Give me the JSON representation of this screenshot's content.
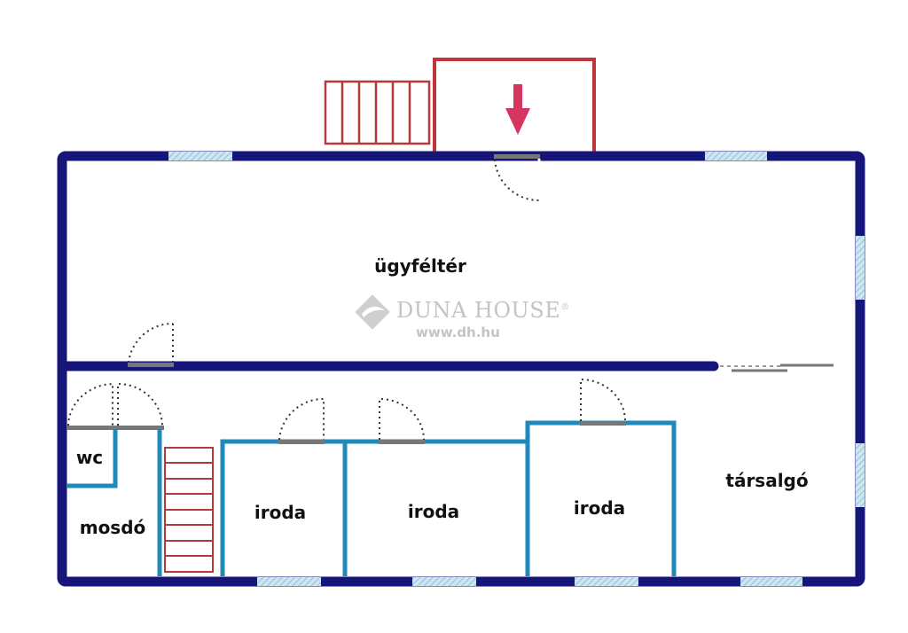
{
  "rooms": {
    "customer_area": "ügyféltér",
    "wc": "wc",
    "washroom": "mosdó",
    "office_1": "iroda",
    "office_2": "iroda",
    "office_3": "iroda",
    "lounge": "társalgó"
  },
  "watermark": {
    "brand": "DUNA HOUSE",
    "registered": "®",
    "url": "www.dh.hu"
  },
  "colors": {
    "outer_wall": "#16167a",
    "inner_wall": "#2189b9",
    "stairs": "#b3393d",
    "entrance_arrow": "#d4365f",
    "window": "#a8d0e6",
    "door": "#777777"
  }
}
